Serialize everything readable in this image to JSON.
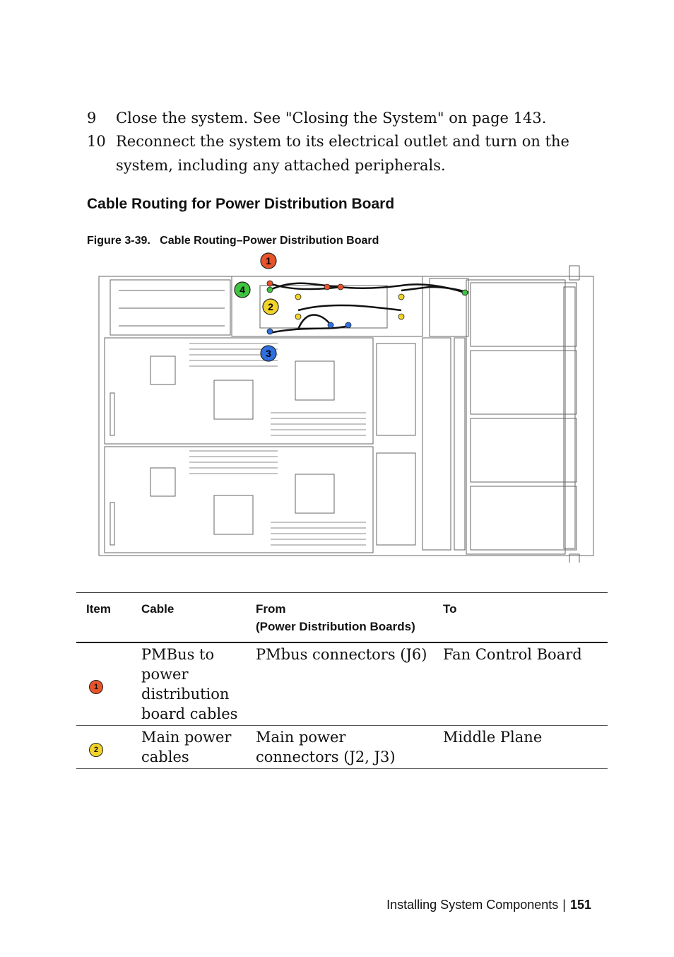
{
  "steps": [
    {
      "num": "9",
      "text": "Close the system. See \"Closing the System\" on page 143."
    },
    {
      "num": "10",
      "text": "Reconnect the system to its electrical outlet and turn on the system, including any attached peripherals."
    }
  ],
  "section_title": "Cable Routing for Power Distribution Board",
  "figure": {
    "caption_label": "Figure 3-39.",
    "caption_title": "Cable Routing–Power Distribution Board",
    "callouts": [
      {
        "label": "1",
        "color": "#e8532a"
      },
      {
        "label": "2",
        "color": "#f2d32a"
      },
      {
        "label": "3",
        "color": "#2f6fe0"
      },
      {
        "label": "4",
        "color": "#3ec43e"
      }
    ]
  },
  "table": {
    "headers": {
      "item": "Item",
      "cable": "Cable",
      "from": "From",
      "from_sub": "(Power Distribution Boards)",
      "to": "To"
    },
    "rows": [
      {
        "item": "1",
        "item_color": "#e8532a",
        "cable": "PMBus to power distribution board cables",
        "from": "PMbus connectors (J6)",
        "to": "Fan Control Board"
      },
      {
        "item": "2",
        "item_color": "#f2d32a",
        "cable": "Main power cables",
        "from": "Main power connectors (J2, J3)",
        "to": "Middle Plane"
      }
    ]
  },
  "footer": {
    "section": "Installing System Components",
    "separator": "|",
    "page": "151"
  }
}
